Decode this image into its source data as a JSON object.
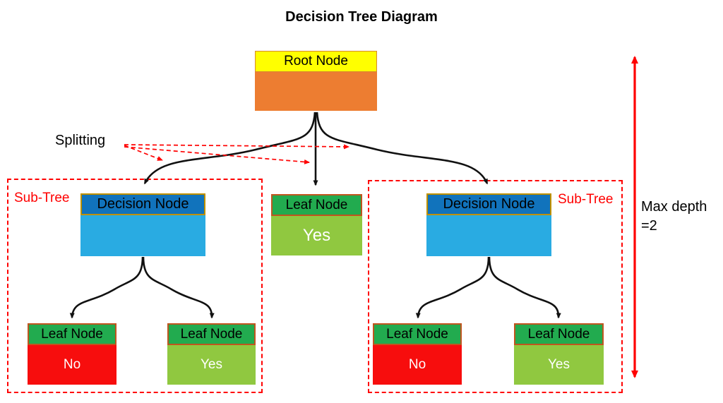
{
  "title": "Decision Tree Diagram",
  "labels": {
    "splitting": "Splitting",
    "sub_tree_left": "Sub-Tree",
    "sub_tree_right": "Sub-Tree",
    "max_depth_line1": "Max depth",
    "max_depth_line2": "=2"
  },
  "nodes": {
    "root": {
      "header": "Root Node",
      "value": "",
      "header_color": "#FFFF00",
      "body_color": "#ED7D31"
    },
    "decision_left": {
      "header": "Decision Node",
      "value": "",
      "header_color": "#1173BC",
      "body_color": "#29ABE2"
    },
    "decision_right": {
      "header": "Decision Node",
      "value": "",
      "header_color": "#1173BC",
      "body_color": "#29ABE2"
    },
    "leaf_middle": {
      "header": "Leaf Node",
      "value": "Yes",
      "header_color": "#22AB4F",
      "body_color": "#90C840"
    },
    "leaf_left_no": {
      "header": "Leaf Node",
      "value": "No",
      "header_color": "#22AB4F",
      "body_color": "#F70D0D"
    },
    "leaf_left_yes": {
      "header": "Leaf Node",
      "value": "Yes",
      "header_color": "#22AB4F",
      "body_color": "#90C840"
    },
    "leaf_right_no": {
      "header": "Leaf Node",
      "value": "No",
      "header_color": "#22AB4F",
      "body_color": "#F70D0D"
    },
    "leaf_right_yes": {
      "header": "Leaf Node",
      "value": "Yes",
      "header_color": "#22AB4F",
      "body_color": "#90C840"
    }
  },
  "colors": {
    "annotation_red": "#FF0000",
    "connector_black": "#111111",
    "decision_header_border": "#BF9000",
    "leaf_header_border": "#C0551F",
    "max_depth_arrow": "#FF0000"
  }
}
